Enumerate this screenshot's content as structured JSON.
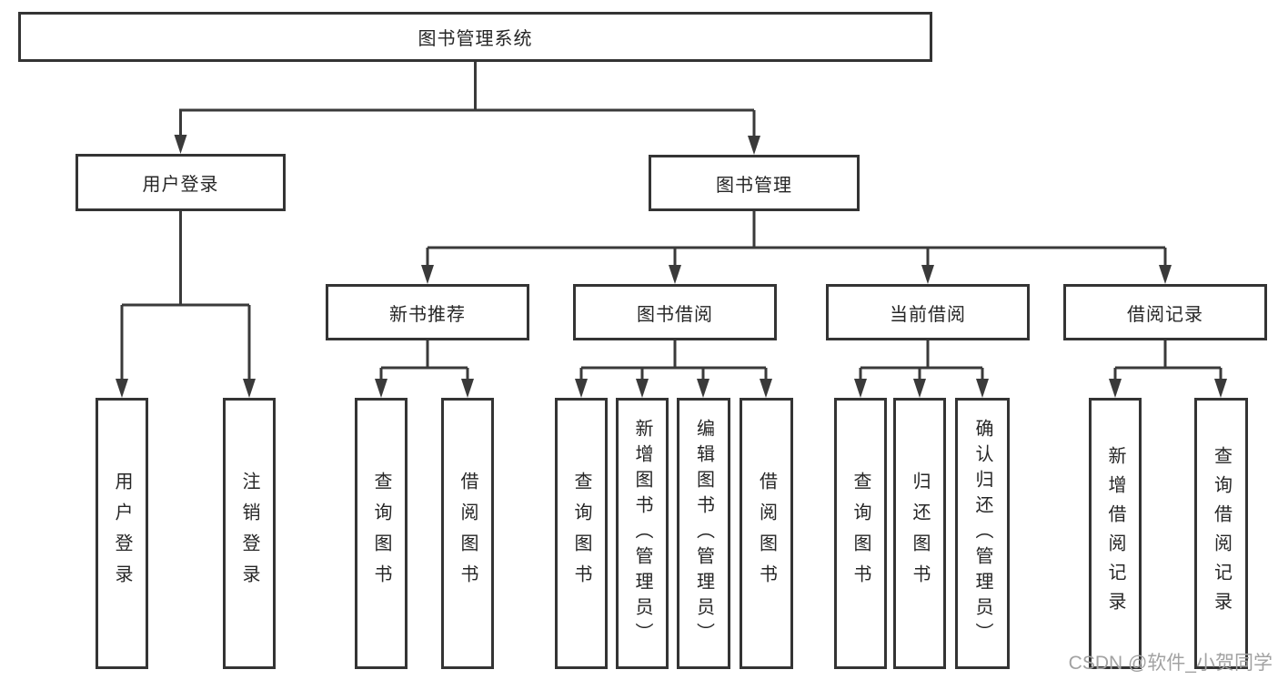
{
  "tree": {
    "root": "图书管理系统",
    "children": [
      {
        "label": "用户登录",
        "children": [
          "用户登录",
          "注销登录"
        ]
      },
      {
        "label": "图书管理",
        "children": [
          {
            "label": "新书推荐",
            "children": [
              "查询图书",
              "借阅图书"
            ]
          },
          {
            "label": "图书借阅",
            "children": [
              "查询图书",
              "新增图书（管理员）",
              "编辑图书（管理员）",
              "借阅图书"
            ]
          },
          {
            "label": "当前借阅",
            "children": [
              "查询图书",
              "归还图书",
              "确认归还（管理员）"
            ]
          },
          {
            "label": "借阅记录",
            "children": [
              "新增借阅记录",
              "查询借阅记录"
            ]
          }
        ]
      }
    ]
  },
  "watermark": {
    "text": "CSDN @软件_小贺同学"
  },
  "colors": {
    "box_border": "#343434",
    "connector": "#3a3a3a",
    "text": "#262626",
    "watermark": "#a2a2a2",
    "background": "#ffffff"
  }
}
